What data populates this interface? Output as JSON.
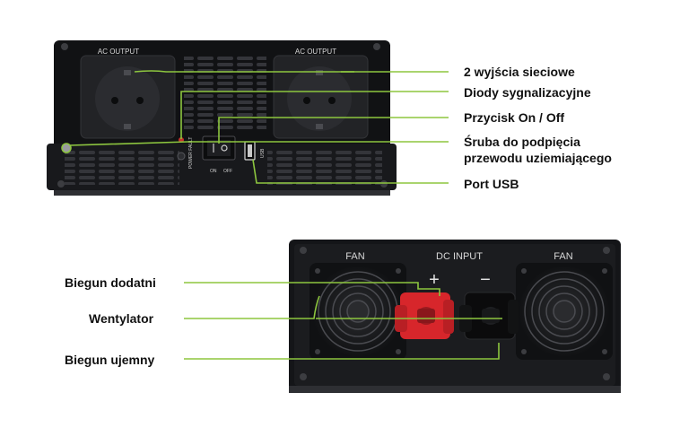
{
  "colors": {
    "callout_line": "#8dc63f",
    "body": "#17181a",
    "panel_dark": "#0d0e10",
    "vent": "#3a3b3e",
    "socket": "#2a2b2e",
    "positive_terminal": "#d7262b",
    "label_text": "#111111",
    "panel_print": "#d8d8d8"
  },
  "front_panel": {
    "ac_output_left": "AC OUTPUT",
    "ac_output_right": "AC OUTPUT",
    "power_fault": "POWER FAULT",
    "switch_on": "ON",
    "switch_off": "OFF",
    "usb": "USB"
  },
  "rear_panel": {
    "fan_left": "FAN",
    "fan_right": "FAN",
    "dc_input": "DC INPUT",
    "plus_sign": "+",
    "minus_sign": "−"
  },
  "callouts_front": {
    "outputs": "2 wyjścia sieciowe",
    "leds": "Diody sygnalizacyjne",
    "switch": "Przycisk On / Off",
    "ground_screw_line1": "Śruba do podpięcia",
    "ground_screw_line2": "przewodu uziemiającego",
    "usb_port": "Port USB"
  },
  "callouts_rear": {
    "positive_pole": "Biegun dodatni",
    "fan": "Wentylator",
    "negative_pole": "Biegun ujemny"
  },
  "icons": [
    "socket-icon",
    "rocker-switch-icon",
    "usb-port-icon",
    "screw-icon",
    "fan-grille-icon",
    "terminal-icon"
  ]
}
